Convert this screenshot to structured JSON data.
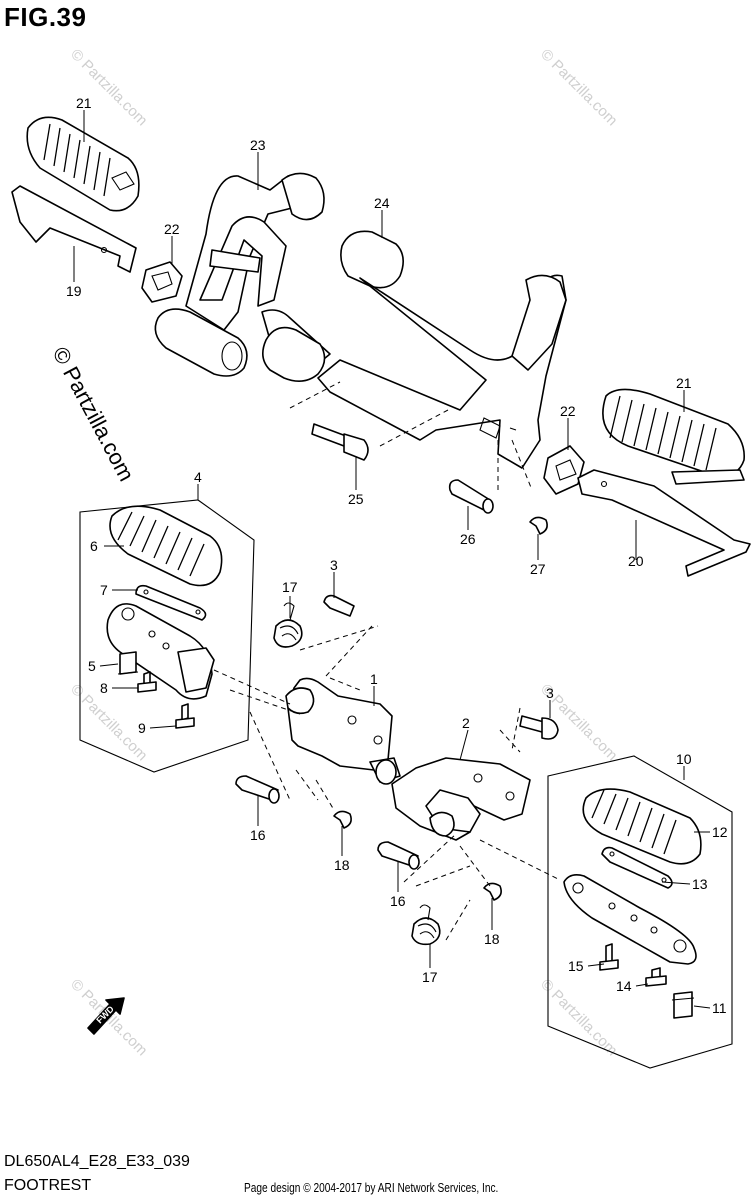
{
  "title": "FIG.39",
  "model_code": "DL650AL4_E28_E33_039",
  "diagram_name": "FOOTREST",
  "copyright": "Page design © 2004-2017 by ARI Network Services, Inc.",
  "watermark": "© Partzilla.com",
  "fwd_label": "FWD",
  "callouts": [
    "21",
    "23",
    "24",
    "22",
    "19",
    "25",
    "21",
    "22",
    "26",
    "27",
    "20",
    "4",
    "6",
    "7",
    "3",
    "17",
    "5",
    "8",
    "9",
    "1",
    "3",
    "2",
    "10",
    "16",
    "18",
    "12",
    "13",
    "16",
    "18",
    "17",
    "15",
    "14",
    "11"
  ]
}
